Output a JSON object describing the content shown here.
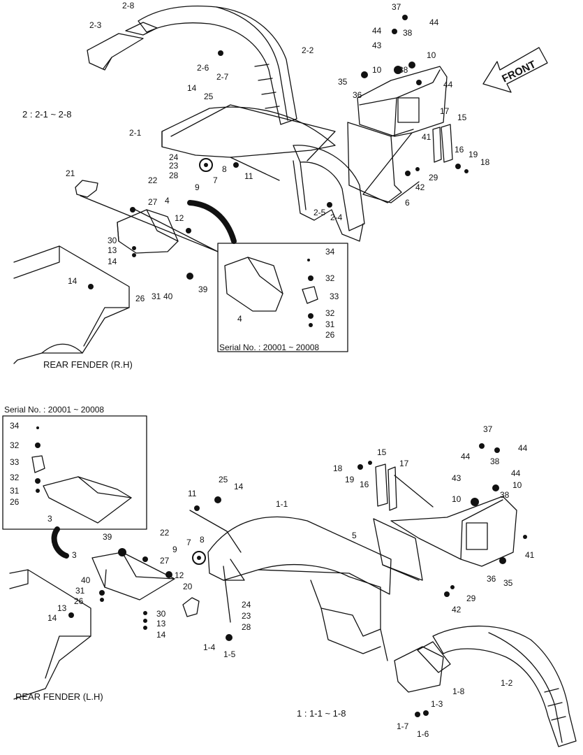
{
  "labels": {
    "rh_title": "REAR FENDER (R.H)",
    "lh_title": "REAR FENDER (L.H)",
    "serial_top": "Serial No. : 20001 ~ 20008",
    "serial_bottom": "Serial No. : 20001 ~ 20008",
    "range_2": "2 : 2-1 ~ 2-8",
    "range_1": "1 : 1-1 ~ 1-8",
    "front": "FRONT"
  },
  "callouts_top": [
    "2-8",
    "2-3",
    "2-2",
    "2-6",
    "2-7",
    "14",
    "25",
    "2-1",
    "24",
    "23",
    "28",
    "9",
    "7",
    "8",
    "11",
    "21",
    "22",
    "27",
    "4",
    "12",
    "30",
    "13",
    "14",
    "14",
    "26",
    "31",
    "40",
    "39",
    "2-5",
    "2-4",
    "6",
    "37",
    "44",
    "38",
    "44",
    "43",
    "10",
    "10",
    "38",
    "35",
    "36",
    "44",
    "17",
    "15",
    "41",
    "16",
    "19",
    "18",
    "29",
    "42",
    "34",
    "32",
    "33",
    "32",
    "31",
    "26",
    "4"
  ],
  "callouts_bottom": [
    "34",
    "32",
    "33",
    "32",
    "31",
    "26",
    "3",
    "37",
    "44",
    "38",
    "44",
    "15",
    "17",
    "18",
    "19",
    "16",
    "43",
    "44",
    "10",
    "38",
    "10",
    "5",
    "41",
    "36",
    "35",
    "29",
    "42",
    "25",
    "14",
    "11",
    "1-1",
    "39",
    "22",
    "3",
    "27",
    "12",
    "9",
    "7",
    "8",
    "40",
    "31",
    "26",
    "13",
    "14",
    "20",
    "30",
    "13",
    "14",
    "24",
    "23",
    "28",
    "1-4",
    "1-5",
    "1-2",
    "1-8",
    "1-3",
    "1-7",
    "1-6"
  ]
}
